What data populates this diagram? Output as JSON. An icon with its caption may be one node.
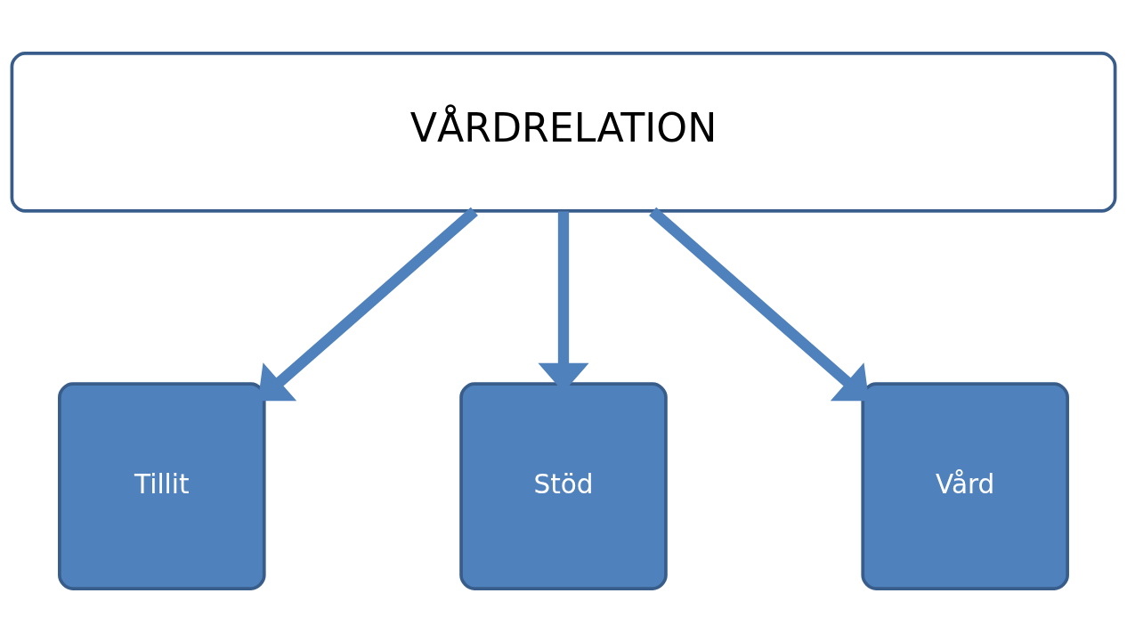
{
  "diagram": {
    "nodes": [
      {
        "text": [
          "VÅRDRELATION"
        ]
      },
      {
        "text": [
          "Tillit"
        ]
      },
      {
        "text": [
          "Stöd"
        ]
      },
      {
        "text": [
          "Vård"
        ]
      }
    ],
    "edges": [
      {
        "from": 0,
        "to": 1,
        "arrow": "to"
      },
      {
        "from": 0,
        "to": 2,
        "arrow": "to"
      },
      {
        "from": 0,
        "to": 3,
        "arrow": "to"
      }
    ]
  }
}
